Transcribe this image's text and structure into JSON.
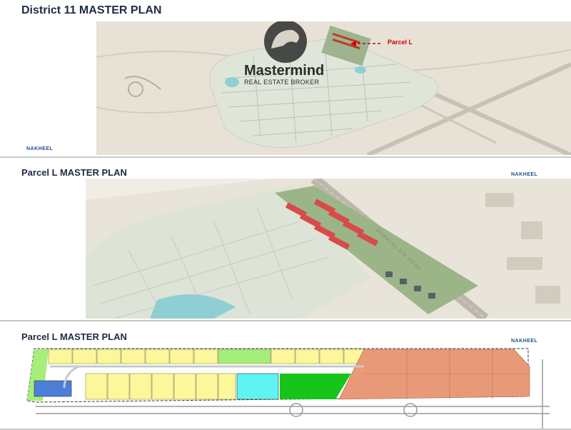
{
  "panels": {
    "district": {
      "title": "District 11 MASTER PLAN",
      "brand": "NAKHEEL",
      "callout": "Parcel L",
      "watermark": {
        "name": "Mastermind",
        "subtitle": "REAL ESTATE BROKER"
      }
    },
    "parcel_aerial": {
      "title": "Parcel L MASTER PLAN",
      "brand": "NAKHEEL",
      "road_label": "DUBAI AL AIN ROAD"
    },
    "parcel_plan": {
      "title": "Parcel L MASTER PLAN",
      "brand": "NAKHEEL"
    }
  },
  "colors": {
    "title": "#1f2a44",
    "desert": "#e8e2d6",
    "community": "#dfe6d9",
    "water": "#8fcfd4",
    "villa_plot": "#fbf79a",
    "green_zone": "#17c41a",
    "cyan_zone": "#5ff3f2",
    "blue_zone": "#4b7fd9",
    "lime_zone": "#a5ee7a",
    "commercial_zone": "#e89a78",
    "red_marker": "#cc0000"
  }
}
